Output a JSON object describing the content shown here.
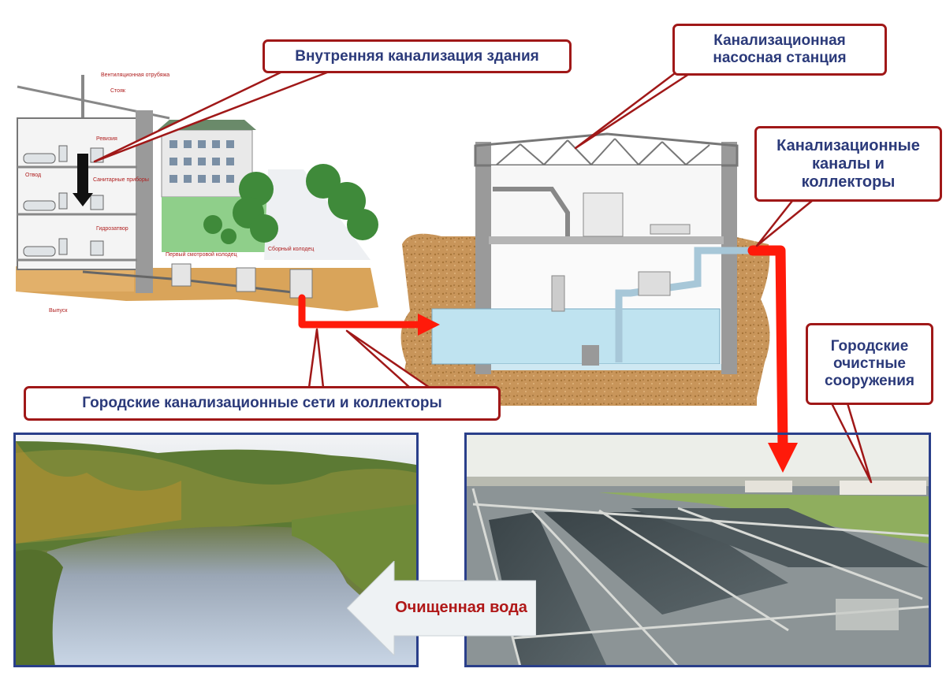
{
  "callouts": {
    "internal_sewer": "Внутренняя канализация здания",
    "pump_station": "Канализационная\nнасосная станция",
    "channels": "Канализационные\nканалы и\nколлекторы",
    "city_networks": "Городские канализационные сети и коллекторы",
    "treatment": "Городские\nочистные\nсооружения",
    "clean_water": "Очищенная вода"
  },
  "building_labels": {
    "vent": "Вентиляционная отрубяжа",
    "riser": "Стояк",
    "revision": "Ревизия",
    "fixtures": "Санитарные приборы",
    "drain": "Отвод",
    "water_seal": "Гидрозатвор",
    "outlet": "Выпуск",
    "first_well": "Первый смотровой колодец",
    "collection_well": "Сборный колодец"
  },
  "colors": {
    "callout_border": "#a01818",
    "callout_text": "#2b3a7a",
    "flow_arrow": "#ff1a0a",
    "photo_frame": "#2a3f8a",
    "soil": "#c79a52",
    "water": "#bfe3f0"
  }
}
